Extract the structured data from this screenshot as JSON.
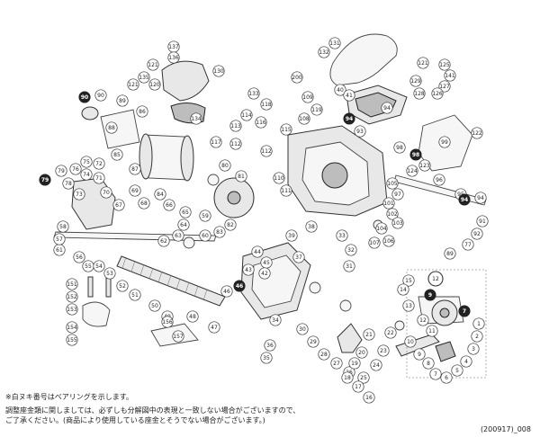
{
  "notes": {
    "line1": "※白ヌキ番号はベアリングを示します。",
    "line2": "調整座金類に関しましては、必ずしも分解図中の表現と一致しない場合がございますので、",
    "line3": "ご了承ください。(商品により使用している座金とそうでない場合がございます。)"
  },
  "catalog_code": "(200917)_008",
  "parts_numbers": [
    {
      "n": "137"
    },
    {
      "n": "131"
    },
    {
      "n": "136"
    },
    {
      "n": "121"
    },
    {
      "n": "132"
    },
    {
      "n": "130"
    },
    {
      "n": "135"
    },
    {
      "n": "200"
    },
    {
      "n": "121"
    },
    {
      "n": "120"
    },
    {
      "n": "121"
    },
    {
      "n": "125"
    },
    {
      "n": "141"
    },
    {
      "n": "127"
    },
    {
      "n": "126"
    },
    {
      "n": "129"
    },
    {
      "n": "128"
    },
    {
      "n": "40"
    },
    {
      "n": "41"
    },
    {
      "n": "134"
    },
    {
      "n": "133"
    },
    {
      "n": "118"
    },
    {
      "n": "109"
    },
    {
      "n": "90"
    },
    {
      "n": "89"
    },
    {
      "n": "86"
    },
    {
      "n": "114"
    },
    {
      "n": "116"
    },
    {
      "n": "113"
    },
    {
      "n": "117"
    },
    {
      "n": "112"
    },
    {
      "n": "112"
    },
    {
      "n": "115"
    },
    {
      "n": "119"
    },
    {
      "n": "108"
    },
    {
      "n": "105"
    },
    {
      "n": "102"
    },
    {
      "n": "97"
    },
    {
      "n": "93"
    },
    {
      "n": "94"
    },
    {
      "n": "122"
    },
    {
      "n": "124"
    },
    {
      "n": "123"
    },
    {
      "n": "98"
    },
    {
      "n": "99"
    },
    {
      "n": "96"
    },
    {
      "n": "95"
    },
    {
      "n": "94"
    },
    {
      "n": "91"
    },
    {
      "n": "92"
    },
    {
      "n": "77"
    },
    {
      "n": "89"
    },
    {
      "n": "79"
    },
    {
      "n": "78"
    },
    {
      "n": "76"
    },
    {
      "n": "75"
    },
    {
      "n": "74"
    },
    {
      "n": "73"
    },
    {
      "n": "72"
    },
    {
      "n": "71"
    },
    {
      "n": "70"
    },
    {
      "n": "69"
    },
    {
      "n": "68"
    },
    {
      "n": "67"
    },
    {
      "n": "66"
    },
    {
      "n": "65"
    },
    {
      "n": "64"
    },
    {
      "n": "63"
    },
    {
      "n": "62"
    },
    {
      "n": "61"
    },
    {
      "n": "60"
    },
    {
      "n": "59"
    },
    {
      "n": "58"
    },
    {
      "n": "57"
    },
    {
      "n": "56"
    },
    {
      "n": "55"
    },
    {
      "n": "54"
    },
    {
      "n": "53"
    },
    {
      "n": "52"
    },
    {
      "n": "51"
    },
    {
      "n": "50"
    },
    {
      "n": "49"
    },
    {
      "n": "48"
    },
    {
      "n": "47"
    },
    {
      "n": "46"
    },
    {
      "n": "45"
    },
    {
      "n": "44"
    },
    {
      "n": "43"
    },
    {
      "n": "42"
    },
    {
      "n": "39"
    },
    {
      "n": "38"
    },
    {
      "n": "37"
    },
    {
      "n": "36"
    },
    {
      "n": "35"
    },
    {
      "n": "34"
    },
    {
      "n": "33"
    },
    {
      "n": "32"
    },
    {
      "n": "31"
    },
    {
      "n": "30"
    },
    {
      "n": "29"
    },
    {
      "n": "28"
    },
    {
      "n": "27"
    },
    {
      "n": "26"
    },
    {
      "n": "25"
    },
    {
      "n": "24"
    },
    {
      "n": "23"
    },
    {
      "n": "22"
    },
    {
      "n": "21"
    },
    {
      "n": "20"
    },
    {
      "n": "19"
    },
    {
      "n": "18"
    },
    {
      "n": "17"
    },
    {
      "n": "16"
    },
    {
      "n": "15"
    },
    {
      "n": "14"
    },
    {
      "n": "13"
    },
    {
      "n": "12"
    },
    {
      "n": "11"
    },
    {
      "n": "10"
    },
    {
      "n": "9"
    },
    {
      "n": "8"
    },
    {
      "n": "7"
    },
    {
      "n": "6"
    },
    {
      "n": "5"
    },
    {
      "n": "4"
    },
    {
      "n": "3"
    },
    {
      "n": "2"
    },
    {
      "n": "1"
    },
    {
      "n": "151"
    },
    {
      "n": "152"
    },
    {
      "n": "153"
    },
    {
      "n": "154"
    },
    {
      "n": "155"
    },
    {
      "n": "156"
    },
    {
      "n": "157"
    },
    {
      "n": "101"
    },
    {
      "n": "103"
    },
    {
      "n": "104"
    },
    {
      "n": "106"
    },
    {
      "n": "107"
    },
    {
      "n": "110"
    },
    {
      "n": "111"
    },
    {
      "n": "80"
    },
    {
      "n": "81"
    },
    {
      "n": "82"
    },
    {
      "n": "83"
    },
    {
      "n": "84"
    },
    {
      "n": "85"
    },
    {
      "n": "87"
    },
    {
      "n": "88"
    }
  ],
  "bearing_marks": [
    {
      "n": "90"
    },
    {
      "n": "94"
    },
    {
      "n": "94"
    },
    {
      "n": "98"
    },
    {
      "n": "79"
    },
    {
      "n": "46"
    },
    {
      "n": "9"
    },
    {
      "n": "7"
    }
  ],
  "badge": {
    "n": "12"
  }
}
